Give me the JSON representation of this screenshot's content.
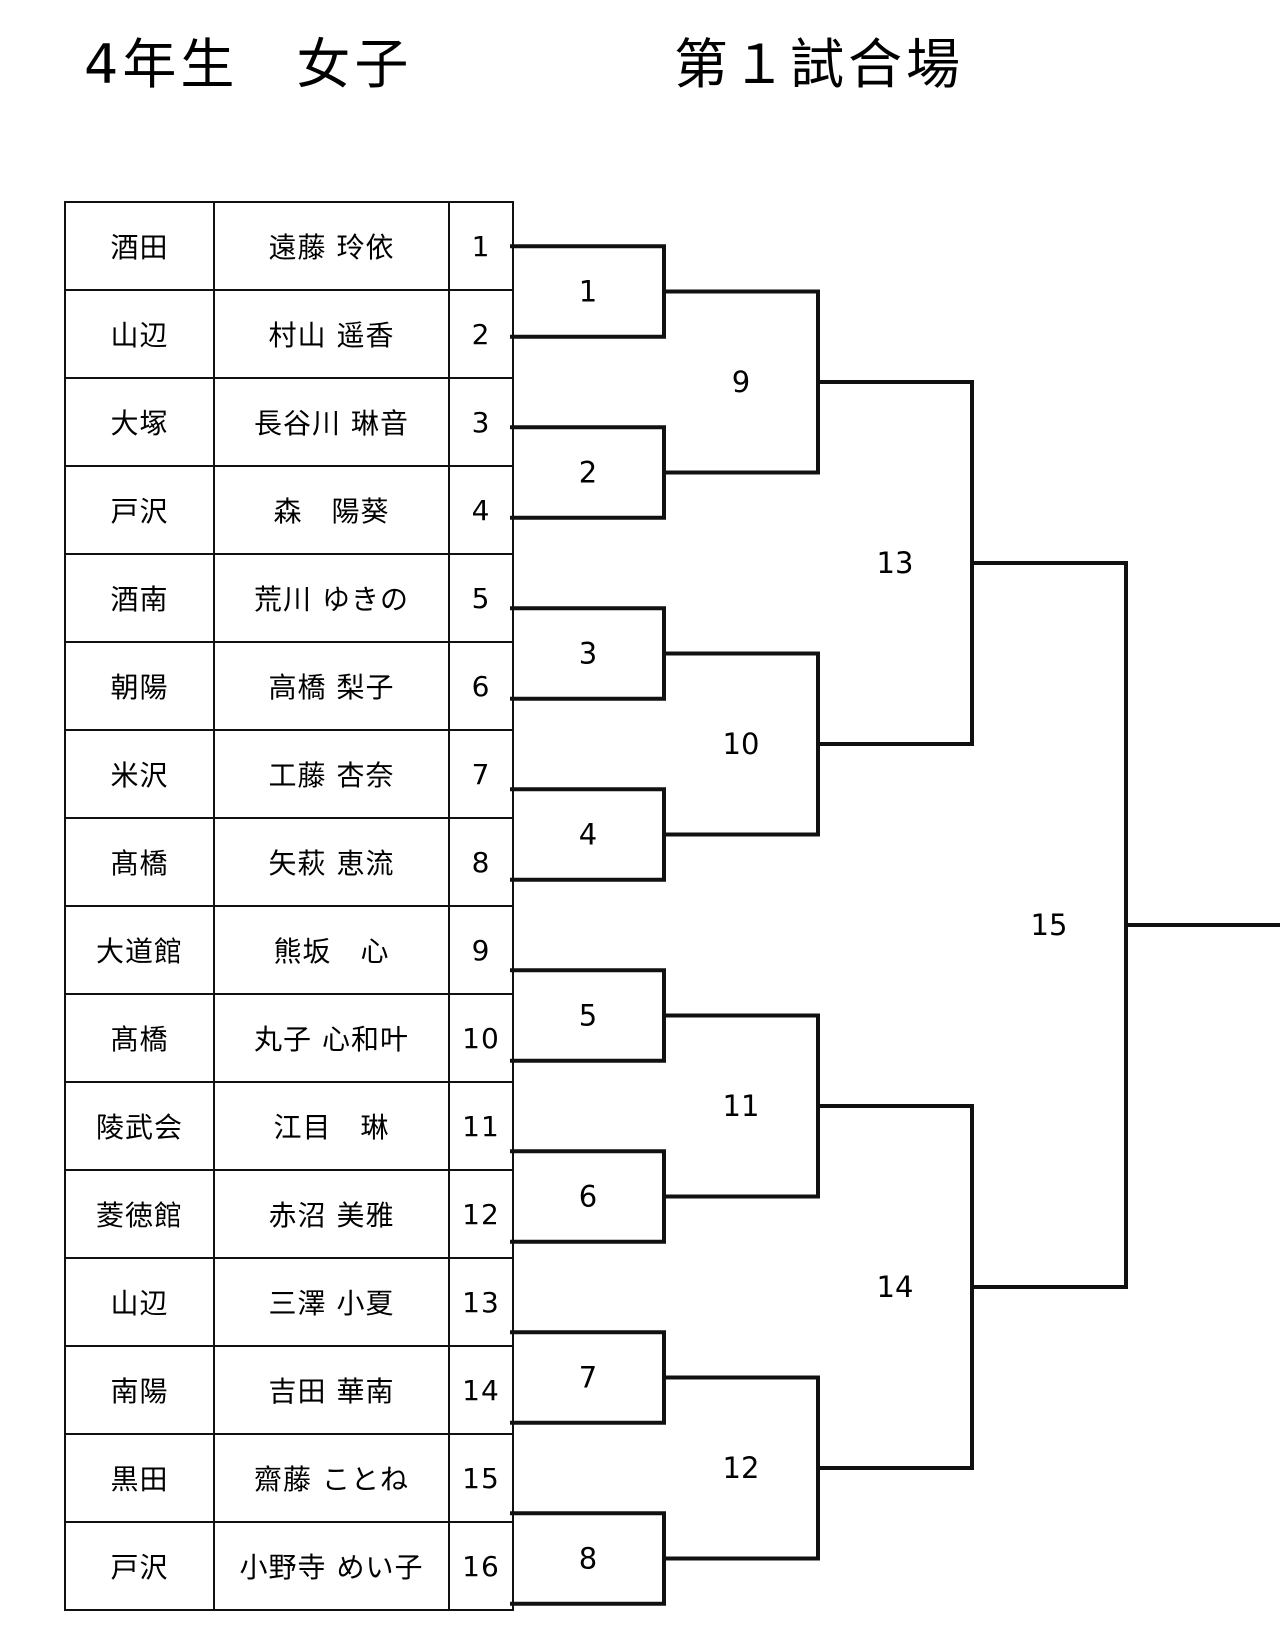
{
  "header": {
    "title": "4年生　女子",
    "venue": "第１試合場"
  },
  "entries": [
    {
      "club": "酒田",
      "name": "遠藤 玲依",
      "seed": "1"
    },
    {
      "club": "山辺",
      "name": "村山 遥香",
      "seed": "2"
    },
    {
      "club": "大塚",
      "name": "長谷川 琳音",
      "seed": "3"
    },
    {
      "club": "戸沢",
      "name": "森　陽葵",
      "seed": "4"
    },
    {
      "club": "酒南",
      "name": "荒川 ゆきの",
      "seed": "5"
    },
    {
      "club": "朝陽",
      "name": "高橋 梨子",
      "seed": "6"
    },
    {
      "club": "米沢",
      "name": "工藤 杏奈",
      "seed": "7"
    },
    {
      "club": "髙橋",
      "name": "矢萩 恵流",
      "seed": "8"
    },
    {
      "club": "大道館",
      "name": "熊坂　心",
      "seed": "9"
    },
    {
      "club": "髙橋",
      "name": "丸子 心和叶",
      "seed": "10"
    },
    {
      "club": "陵武会",
      "name": "江目　琳",
      "seed": "11"
    },
    {
      "club": "菱徳館",
      "name": "赤沼 美雅",
      "seed": "12"
    },
    {
      "club": "山辺",
      "name": "三澤 小夏",
      "seed": "13"
    },
    {
      "club": "南陽",
      "name": "吉田 華南",
      "seed": "14"
    },
    {
      "club": "黒田",
      "name": "齋藤 ことね",
      "seed": "15"
    },
    {
      "club": "戸沢",
      "name": "小野寺 めい子",
      "seed": "16"
    }
  ],
  "bracket": {
    "rounds": [
      [
        "1",
        "2",
        "3",
        "4",
        "5",
        "6",
        "7",
        "8"
      ],
      [
        "9",
        "10",
        "11",
        "12"
      ],
      [
        "13",
        "14"
      ],
      [
        "15"
      ]
    ]
  }
}
